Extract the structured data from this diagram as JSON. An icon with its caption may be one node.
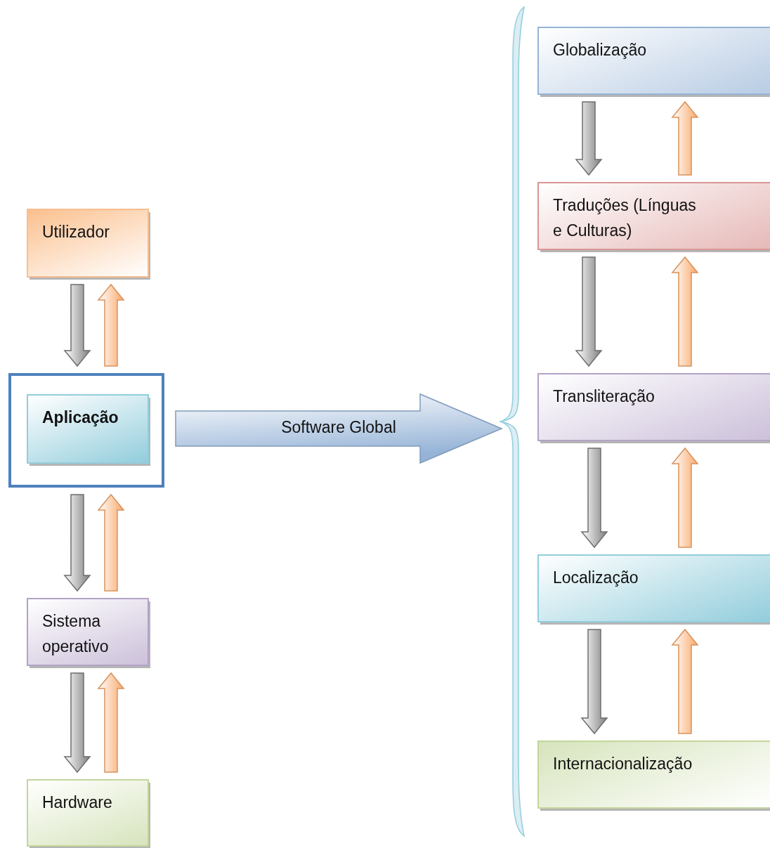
{
  "diagram": {
    "nodes": [
      {
        "text": [
          "Utilizador"
        ]
      },
      {
        "text": [],
        "shape": "box"
      },
      {
        "text": [
          "Aplicação"
        ],
        "in": 1
      },
      {
        "text": [
          "Sistema operativo"
        ]
      },
      {
        "text": [
          "Hardware"
        ]
      },
      {
        "text": [
          "Globalização"
        ]
      },
      {
        "text": [
          "Traduções (Línguas e Culturas)"
        ]
      },
      {
        "text": [
          "Transliteração"
        ]
      },
      {
        "text": [
          "Localização"
        ]
      },
      {
        "text": [
          "Internacionalização"
        ]
      },
      {
        "text": [],
        "shape": "brace"
      }
    ],
    "edges": [
      {
        "from": 0,
        "to": 1,
        "arrow": "to"
      },
      {
        "from": 1,
        "to": 0,
        "arrow": "to",
        "color": "#f9a86a"
      },
      {
        "from": 1,
        "to": 3,
        "arrow": "to"
      },
      {
        "from": 3,
        "to": 1,
        "arrow": "to",
        "color": "#f9a86a"
      },
      {
        "from": 3,
        "to": 4,
        "arrow": "to"
      },
      {
        "from": 4,
        "to": 3,
        "arrow": "to",
        "color": "#f9a86a"
      },
      {
        "from": 1,
        "to": 10,
        "arrow": "to",
        "label": "Software Global",
        "style": "thick",
        "color": "#95b3d7"
      },
      {
        "from": 5,
        "to": 6,
        "arrow": "to"
      },
      {
        "from": 6,
        "to": 5,
        "arrow": "to",
        "color": "#f9a86a"
      },
      {
        "from": 6,
        "to": 7,
        "arrow": "to"
      },
      {
        "from": 7,
        "to": 6,
        "arrow": "to",
        "color": "#f9a86a"
      },
      {
        "from": 7,
        "to": 8,
        "arrow": "to"
      },
      {
        "from": 8,
        "to": 7,
        "arrow": "to",
        "color": "#f9a86a"
      },
      {
        "from": 8,
        "to": 9,
        "arrow": "to"
      },
      {
        "from": 9,
        "to": 8,
        "arrow": "to",
        "color": "#f9a86a"
      }
    ]
  }
}
